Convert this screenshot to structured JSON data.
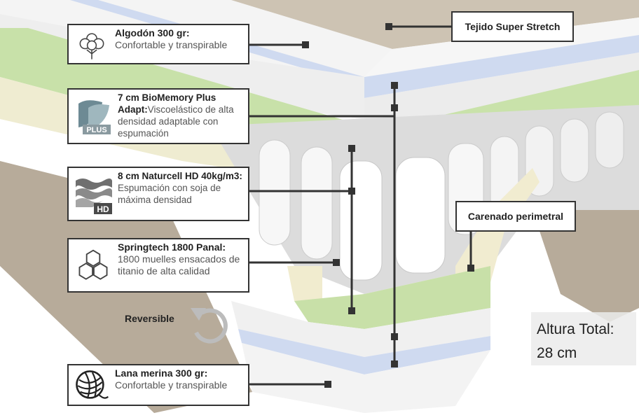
{
  "callouts": {
    "algodon": {
      "title": "Algodón 300 gr:",
      "desc": "Confortable y transpirable",
      "icon": "cotton-flower-icon"
    },
    "biomemory": {
      "title": "7 cm  BioMemory Plus Adapt:",
      "desc": "Viscoelástico de alta densidad adaptable con espumación",
      "icon": "biomemory-plus-icon",
      "badge": "PLUS"
    },
    "naturcell": {
      "title": "8 cm Naturcell HD 40kg/m3:",
      "desc": " Espumación con soja de máxima densidad",
      "icon": "naturcell-hd-icon",
      "badge": "HD"
    },
    "springtech": {
      "title": "Springtech 1800 Panal:",
      "desc": "1800 muelles ensacados de titanio de alta calidad",
      "icon": "honeycomb-icon"
    },
    "lana": {
      "title": "Lana merina 300 gr:",
      "desc": "Confortable y transpirable",
      "icon": "wool-ball-icon"
    }
  },
  "labels": {
    "tejido": "Tejido Super Stretch",
    "carenado": "Carenado perimetral",
    "reversible": "Reversible"
  },
  "height": {
    "label": "Altura Total:",
    "value": "28 cm"
  },
  "colors": {
    "fabric": "#b9ad9c",
    "white_layer": "#f1f1f1",
    "blue_layer": "#cdd9ef",
    "green_layer": "#c6e0a8",
    "cream_layer": "#f0ecd0",
    "lines": "#333333"
  }
}
